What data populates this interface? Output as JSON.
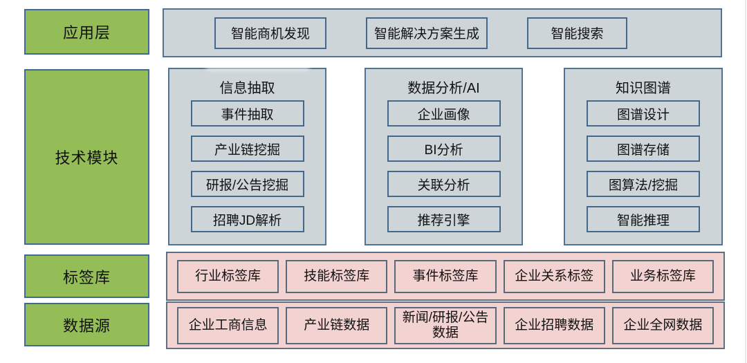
{
  "colors": {
    "green_fill": "#94BD57",
    "green_border": "#3D6A96",
    "gray_fill": "#CDD5D9",
    "gray_border": "#4E7395",
    "inner_box_border": "#44688C",
    "pink_fill": "#F2D3D1",
    "pink_border": "#5D7082",
    "text": "#111111"
  },
  "layers": {
    "application": {
      "label": "应用层",
      "items": [
        "智能商机发现",
        "智能解决方案生成",
        "智能搜索"
      ]
    },
    "technology": {
      "label": "技术模块",
      "groups": [
        {
          "title": "信息抽取",
          "items": [
            "事件抽取",
            "产业链挖掘",
            "研报/公告挖掘",
            "招聘JD解析"
          ]
        },
        {
          "title": "数据分析/AI",
          "items": [
            "企业画像",
            "BI分析",
            "关联分析",
            "推荐引擎"
          ]
        },
        {
          "title": "知识图谱",
          "items": [
            "图谱设计",
            "图谱存储",
            "图算法/挖掘",
            "智能推理"
          ]
        }
      ]
    },
    "tags": {
      "label": "标签库",
      "items": [
        "行业标签库",
        "技能标签库",
        "事件标签库",
        "企业关系标签",
        "业务标签库"
      ]
    },
    "datasources": {
      "label": "数据源",
      "items": [
        "企业工商信息",
        "产业链数据",
        "新闻/研报/公告数据",
        "企业招聘数据",
        "企业全网数据"
      ]
    }
  }
}
